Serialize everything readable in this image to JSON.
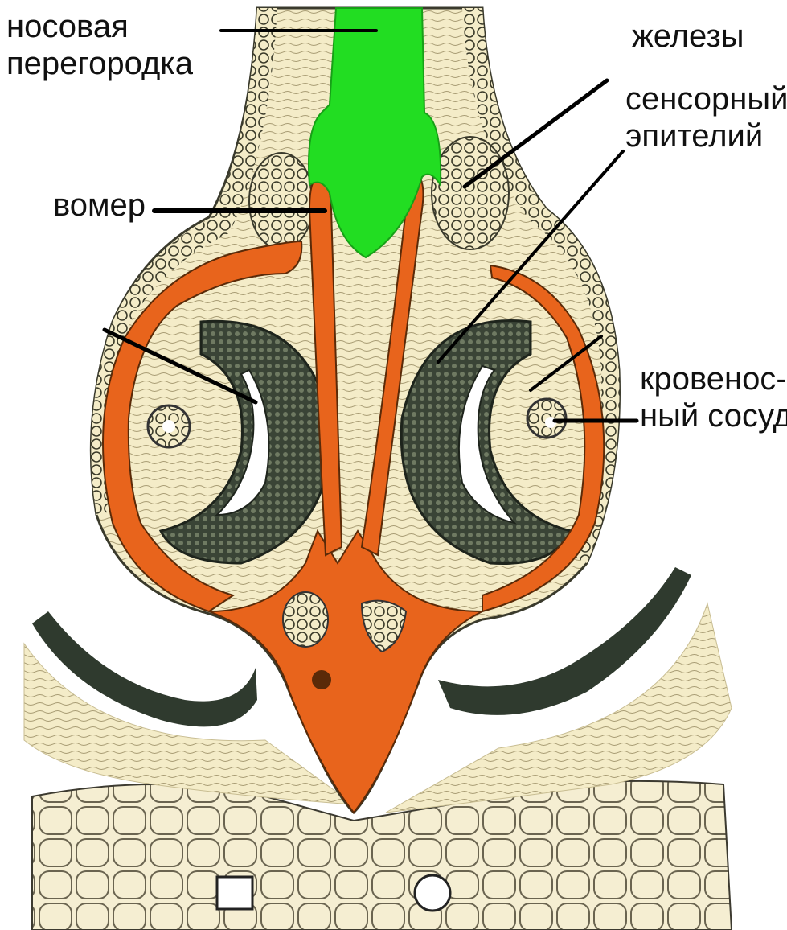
{
  "labels": {
    "nasal_septum": {
      "line1": "носовая",
      "line2": "перегородка"
    },
    "glands": "железы",
    "sensory_epithelium": {
      "line1": "сенсорный",
      "line2": "эпителий"
    },
    "vomer": "вомер",
    "blood_vessel": {
      "line1": "кровенос-",
      "line2": "ный сосуд"
    }
  },
  "colors": {
    "septum_cartilage": "#22dd22",
    "vomer_bone": "#e8641c",
    "connective_tissue": "#f4ecc8",
    "epithelium": "#2f3a2e",
    "lumen": "#ffffff",
    "leader_line": "#000000"
  }
}
